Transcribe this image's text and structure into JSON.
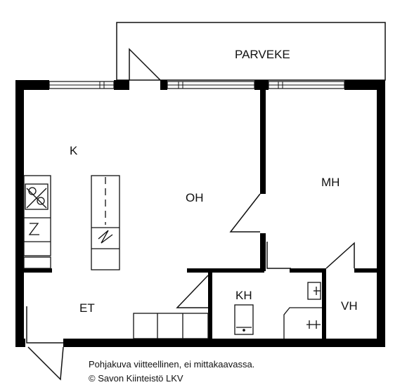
{
  "rooms": {
    "balcony": "PARVEKE",
    "kitchen": "K",
    "living": "OH",
    "bedroom": "MH",
    "hall": "ET",
    "bathroom": "KH",
    "closet": "VH"
  },
  "notes": {
    "disclaimer": "Pohjakuva viitteellinen, ei mittakaavassa.",
    "copyright": "© Savon Kiinteistö LKV"
  },
  "colors": {
    "wall": "#000000",
    "line": "#111111",
    "background": "#ffffff"
  }
}
